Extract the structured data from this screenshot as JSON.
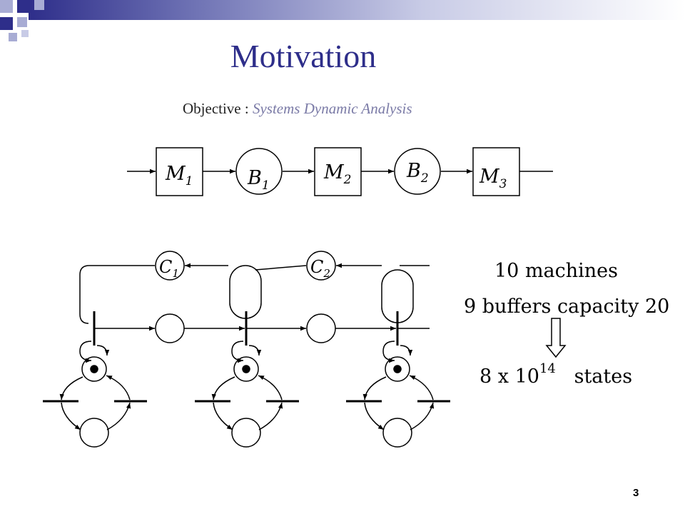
{
  "slide": {
    "title": "Motivation",
    "objective_label": "Objective : ",
    "objective_value": "Systems Dynamic Analysis",
    "page_number": "3"
  },
  "line_diagram": {
    "nodes": [
      {
        "kind": "machine",
        "sym": "M",
        "sub": "1"
      },
      {
        "kind": "buffer",
        "sym": "B",
        "sub": "1"
      },
      {
        "kind": "machine",
        "sym": "M",
        "sub": "2"
      },
      {
        "kind": "buffer",
        "sym": "B",
        "sub": "2"
      },
      {
        "kind": "machine",
        "sym": "M",
        "sub": "3"
      }
    ]
  },
  "petri_net": {
    "capacity_places": [
      {
        "sym": "C",
        "sub": "1"
      },
      {
        "sym": "C",
        "sub": "2"
      }
    ]
  },
  "stats": {
    "machines": "10 machines",
    "buffers": "9 buffers capacity 20",
    "states_base": "8 x 10",
    "states_exp": "14",
    "states_word": "states"
  },
  "colors": {
    "title": "#2e2e8a",
    "objective_value": "#7a7aa6",
    "banner_dark": "#2e2e8a",
    "banner_light": "#a8acd4"
  }
}
